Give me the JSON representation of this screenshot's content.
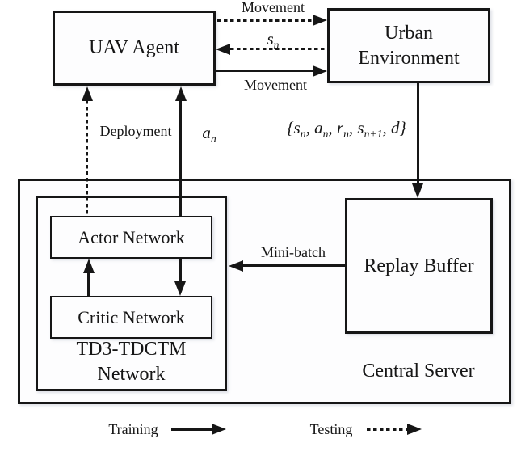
{
  "figure": {
    "colors": {
      "line": "#161616",
      "background": "#ffffff",
      "box_fill": "#fdfdfe"
    },
    "nodes": {
      "uav_agent": {
        "label": "UAV Agent"
      },
      "urban_environment": {
        "line1": "Urban",
        "line2": "Environment"
      },
      "actor_network": {
        "label": "Actor Network"
      },
      "critic_network": {
        "label": "Critic Network"
      },
      "td3_network": {
        "line1": "TD3-TDCTM",
        "line2": "Network"
      },
      "replay_buffer": {
        "label": "Replay Buffer"
      },
      "central_server": {
        "label": "Central Server"
      }
    },
    "edge_labels": {
      "movement_top": "Movement",
      "movement_bottom": "Movement",
      "deployment": "Deployment",
      "mini_batch": "Mini-batch"
    },
    "math_labels": {
      "state": [
        {
          "t": "s"
        },
        {
          "t": "n",
          "sub": true
        }
      ],
      "action": [
        {
          "t": "a"
        },
        {
          "t": "n",
          "sub": true
        }
      ],
      "transition_tuple": [
        {
          "t": "{"
        },
        {
          "t": "s"
        },
        {
          "t": "n",
          "sub": true
        },
        {
          "t": ", "
        },
        {
          "t": "a"
        },
        {
          "t": "n",
          "sub": true
        },
        {
          "t": ", "
        },
        {
          "t": "r"
        },
        {
          "t": "n",
          "sub": true
        },
        {
          "t": ", "
        },
        {
          "t": "s"
        },
        {
          "t": "n+1",
          "sub": true
        },
        {
          "t": ", "
        },
        {
          "t": "d"
        },
        {
          "t": "}"
        }
      ]
    },
    "legend": {
      "training": "Training",
      "testing": "Testing"
    }
  }
}
